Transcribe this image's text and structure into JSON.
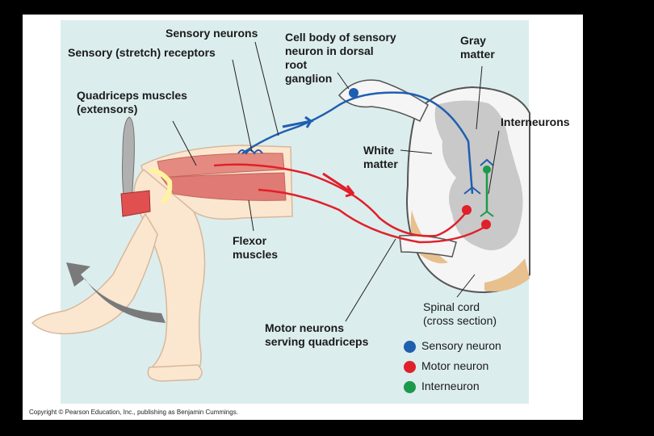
{
  "labels": {
    "sensory_neurons": "Sensory neurons",
    "stretch_receptors": "Sensory (stretch) receptors",
    "cell_body": "Cell body of sensory\nneuron in dorsal\nroot\nganglion",
    "gray_matter": "Gray\nmatter",
    "quadriceps": "Quadriceps muscles\n(extensors)",
    "interneurons": "Interneurons",
    "white_matter": "White\nmatter",
    "flexor": "Flexor\nmuscles",
    "spinal_cord": "Spinal cord\n(cross section)",
    "motor_neurons": "Motor neurons\nserving quadriceps"
  },
  "legend": [
    {
      "label": "Sensory neuron",
      "color": "#1f5fb0"
    },
    {
      "label": "Motor neuron",
      "color": "#e0202a"
    },
    {
      "label": "Interneuron",
      "color": "#1a9a4a"
    }
  ],
  "copyright": "Copyright © Pearson Education, Inc., publishing as Benjamin Cummings.",
  "colors": {
    "background": "#dcedee",
    "sensory": "#1f5fb0",
    "motor": "#e0202a",
    "interneuron": "#1a9a4a",
    "gray_matter": "#c9c9c9",
    "skin": "#fbe7d0",
    "muscle": "#e58a80"
  }
}
